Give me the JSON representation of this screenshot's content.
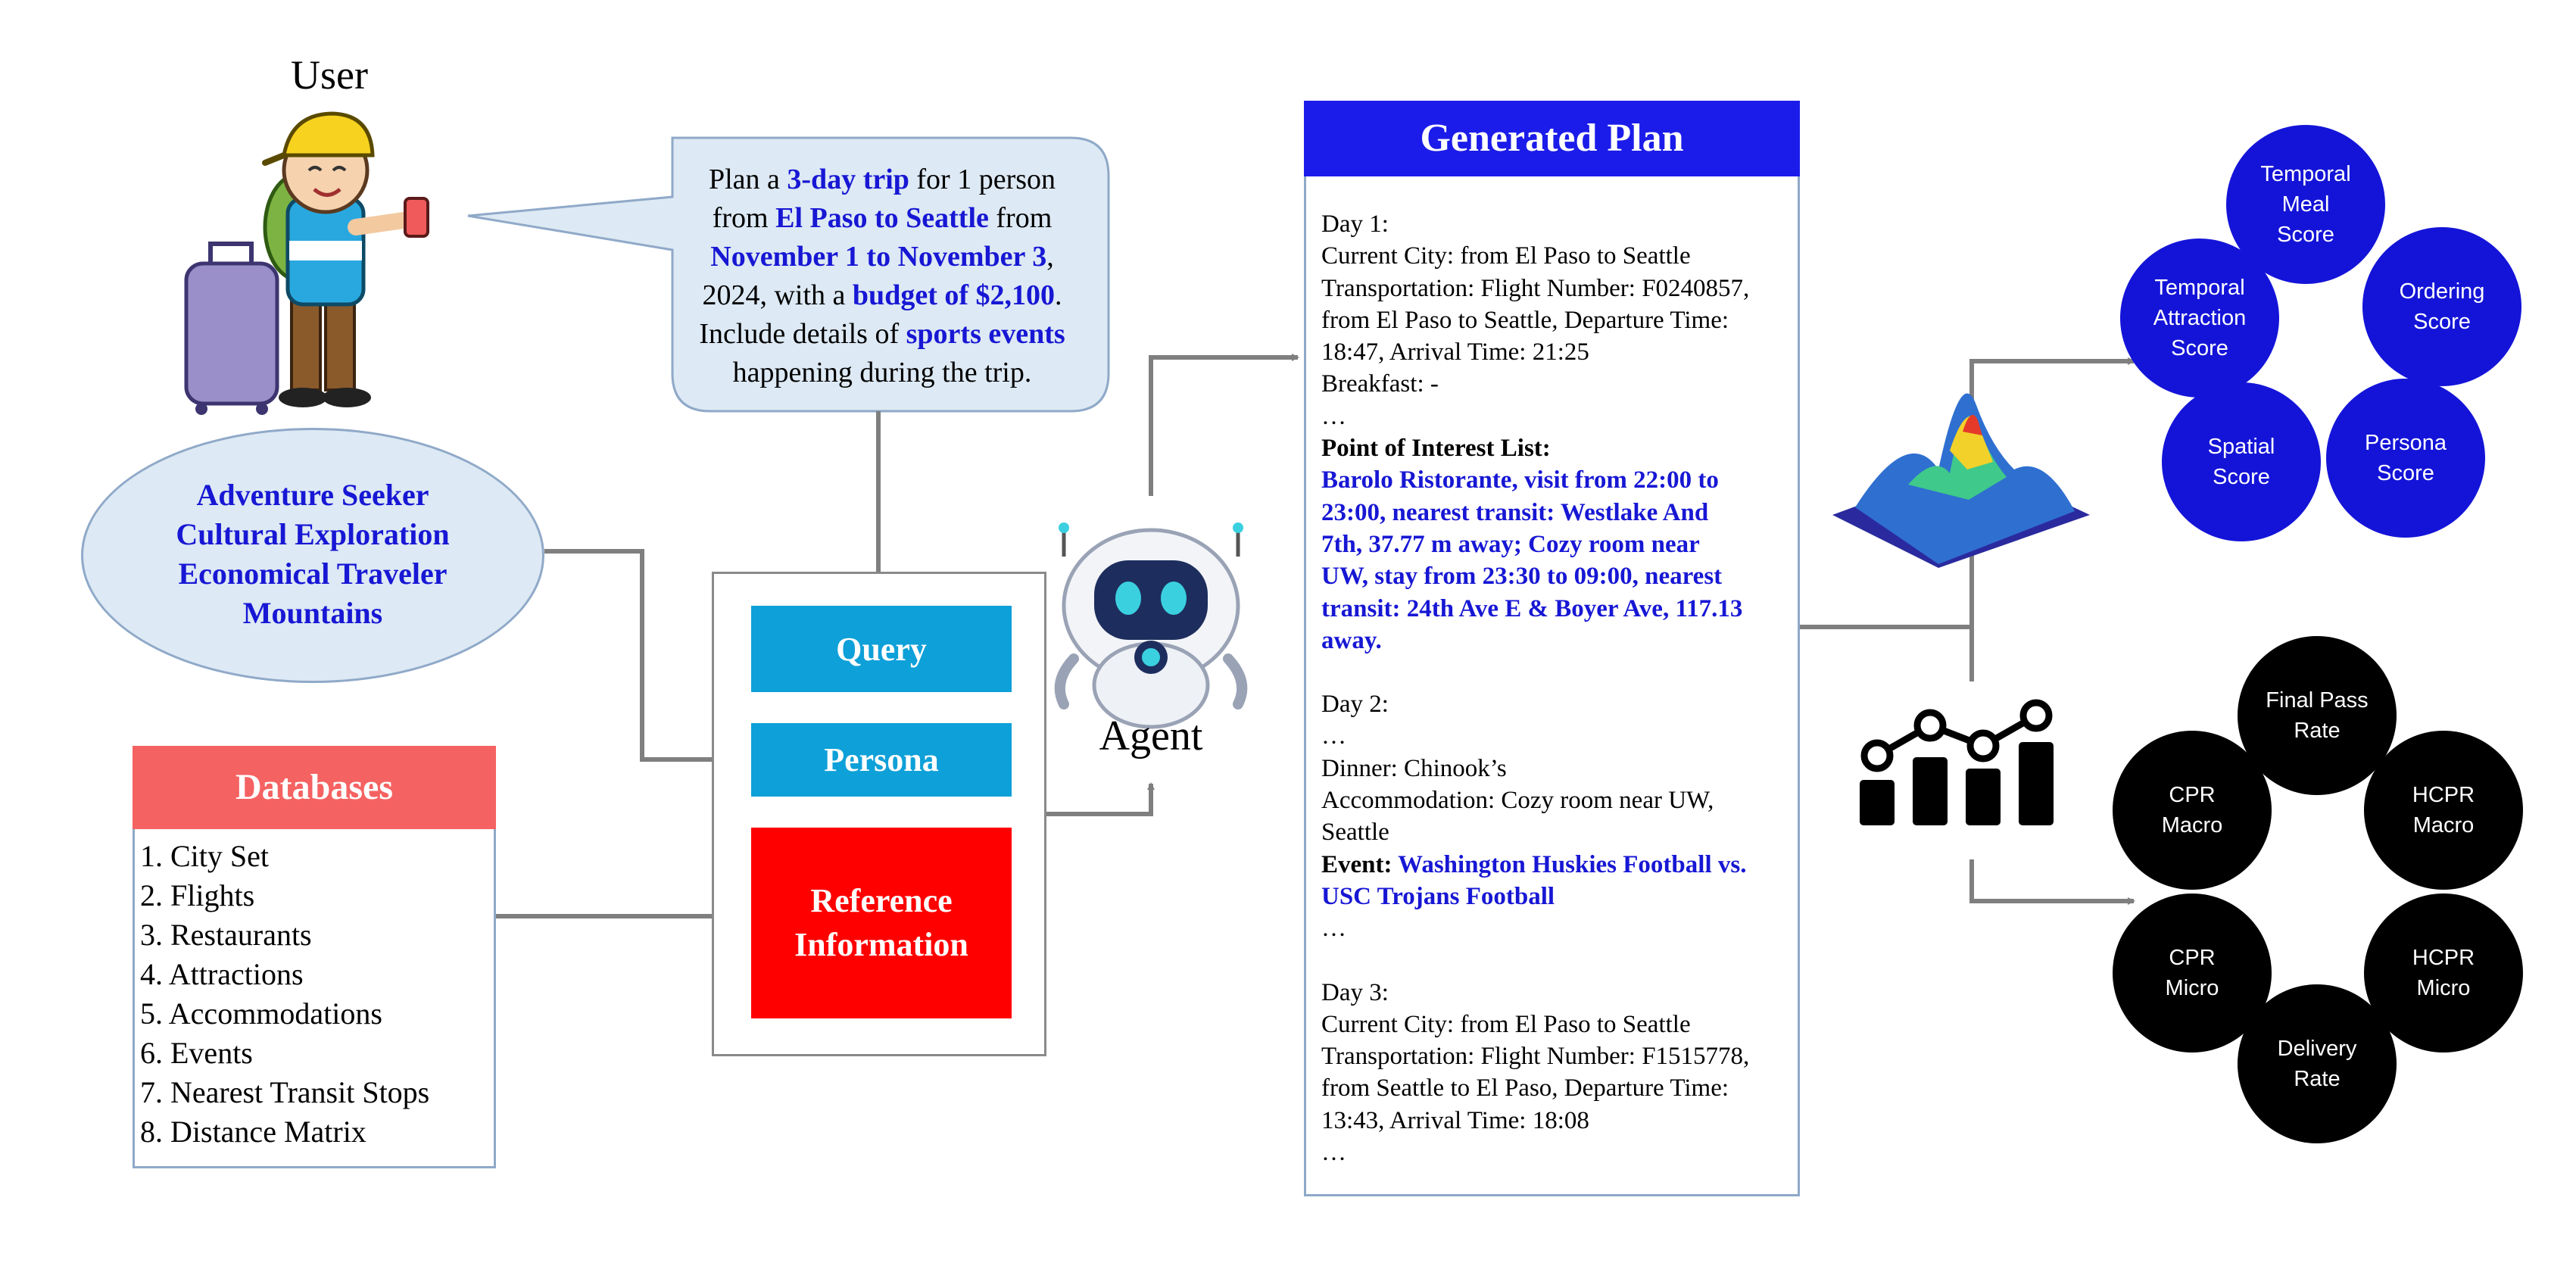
{
  "user_label": "User",
  "agent_label": "Agent",
  "bubble": {
    "t1": "Plan a ",
    "b1": "3-day trip",
    "t2": " for 1 person",
    "t3": "from ",
    "b2": "El Paso to Seattle",
    "t4": " from",
    "b3": "November 1 to November 3",
    "t5": ",",
    "t6": "2024, with a ",
    "b4": "budget of $2,100",
    "t7": ".",
    "t8": "Include details of ",
    "b5": "sports events",
    "t9": "happening during the trip."
  },
  "persona": {
    "lines": [
      "Adventure Seeker",
      "Cultural Exploration",
      "Economical Traveler",
      "Mountains"
    ]
  },
  "databases": {
    "title": "Databases",
    "items": [
      "1. City Set",
      "2. Flights",
      "3. Restaurants",
      "4. Attractions",
      "5. Accommodations",
      "6. Events",
      "7. Nearest Transit Stops",
      "8. Distance Matrix"
    ]
  },
  "inputs": {
    "query": "Query",
    "persona": "Persona",
    "reference_1": "Reference",
    "reference_2": "Information"
  },
  "plan": {
    "title": "Generated Plan",
    "day1": "Day 1:",
    "d1_city": "Current City: from El Paso to Seattle",
    "d1_trans_1": "Transportation: Flight Number: F0240857,",
    "d1_trans_2": "from El Paso to Seattle, Departure Time:",
    "d1_trans_3": "18:47, Arrival Time: 21:25",
    "d1_breakfast": "Breakfast: -",
    "ellipsis": "…",
    "poi_head": "Point of Interest List:",
    "poi_lines": [
      "Barolo Ristorante, visit from 22:00 to",
      "23:00, nearest transit: Westlake And",
      "7th, 37.77 m away; Cozy room near",
      "UW, stay from 23:30 to 09:00, nearest",
      "transit: 24th Ave E & Boyer Ave, 117.13",
      "away."
    ],
    "day2": "Day 2:",
    "d2_dinner": "Dinner: Chinook’s",
    "d2_acc_1": "Accommodation: Cozy room near UW,",
    "d2_acc_2": "Seattle",
    "event_label": "Event: ",
    "event_1": "Washington Huskies Football vs.",
    "event_2": "USC Trojans Football",
    "day3": "Day 3:",
    "d3_city": "Current City: from El Paso to Seattle",
    "d3_trans_1": "Transportation: Flight Number: F1515778,",
    "d3_trans_2": "from Seattle to El Paso, Departure Time:",
    "d3_trans_3": "13:43, Arrival Time: 18:08"
  },
  "soft_scores": [
    {
      "l1": "Temporal",
      "l2": "Meal",
      "l3": "Score"
    },
    {
      "l1": "Ordering",
      "l2": "Score"
    },
    {
      "l1": "Persona",
      "l2": "Score"
    },
    {
      "l1": "Spatial",
      "l2": "Score"
    },
    {
      "l1": "Temporal",
      "l2": "Attraction",
      "l3": "Score"
    }
  ],
  "hard_metrics": [
    {
      "l1": "Final Pass",
      "l2": "Rate"
    },
    {
      "l1": "HCPR",
      "l2": "Macro"
    },
    {
      "l1": "HCPR",
      "l2": "Micro"
    },
    {
      "l1": "Delivery",
      "l2": "Rate"
    },
    {
      "l1": "CPR",
      "l2": "Micro"
    },
    {
      "l1": "CPR",
      "l2": "Macro"
    }
  ],
  "colors": {
    "blue_text": "#1717d4",
    "plan_header": "#1c1cea",
    "query_persona": "#0ea0d8",
    "reference": "#ff0000",
    "databases_header": "#f56262",
    "persona_fill": "#dde9f4",
    "score_circle": "#1414d8",
    "metric_circle": "#000000",
    "arrow": "#7f7f7f"
  },
  "icons": [
    "traveler-illustration",
    "speech-bubble",
    "robot-agent-icon",
    "surface-plot-icon",
    "bar-line-chart-icon"
  ]
}
